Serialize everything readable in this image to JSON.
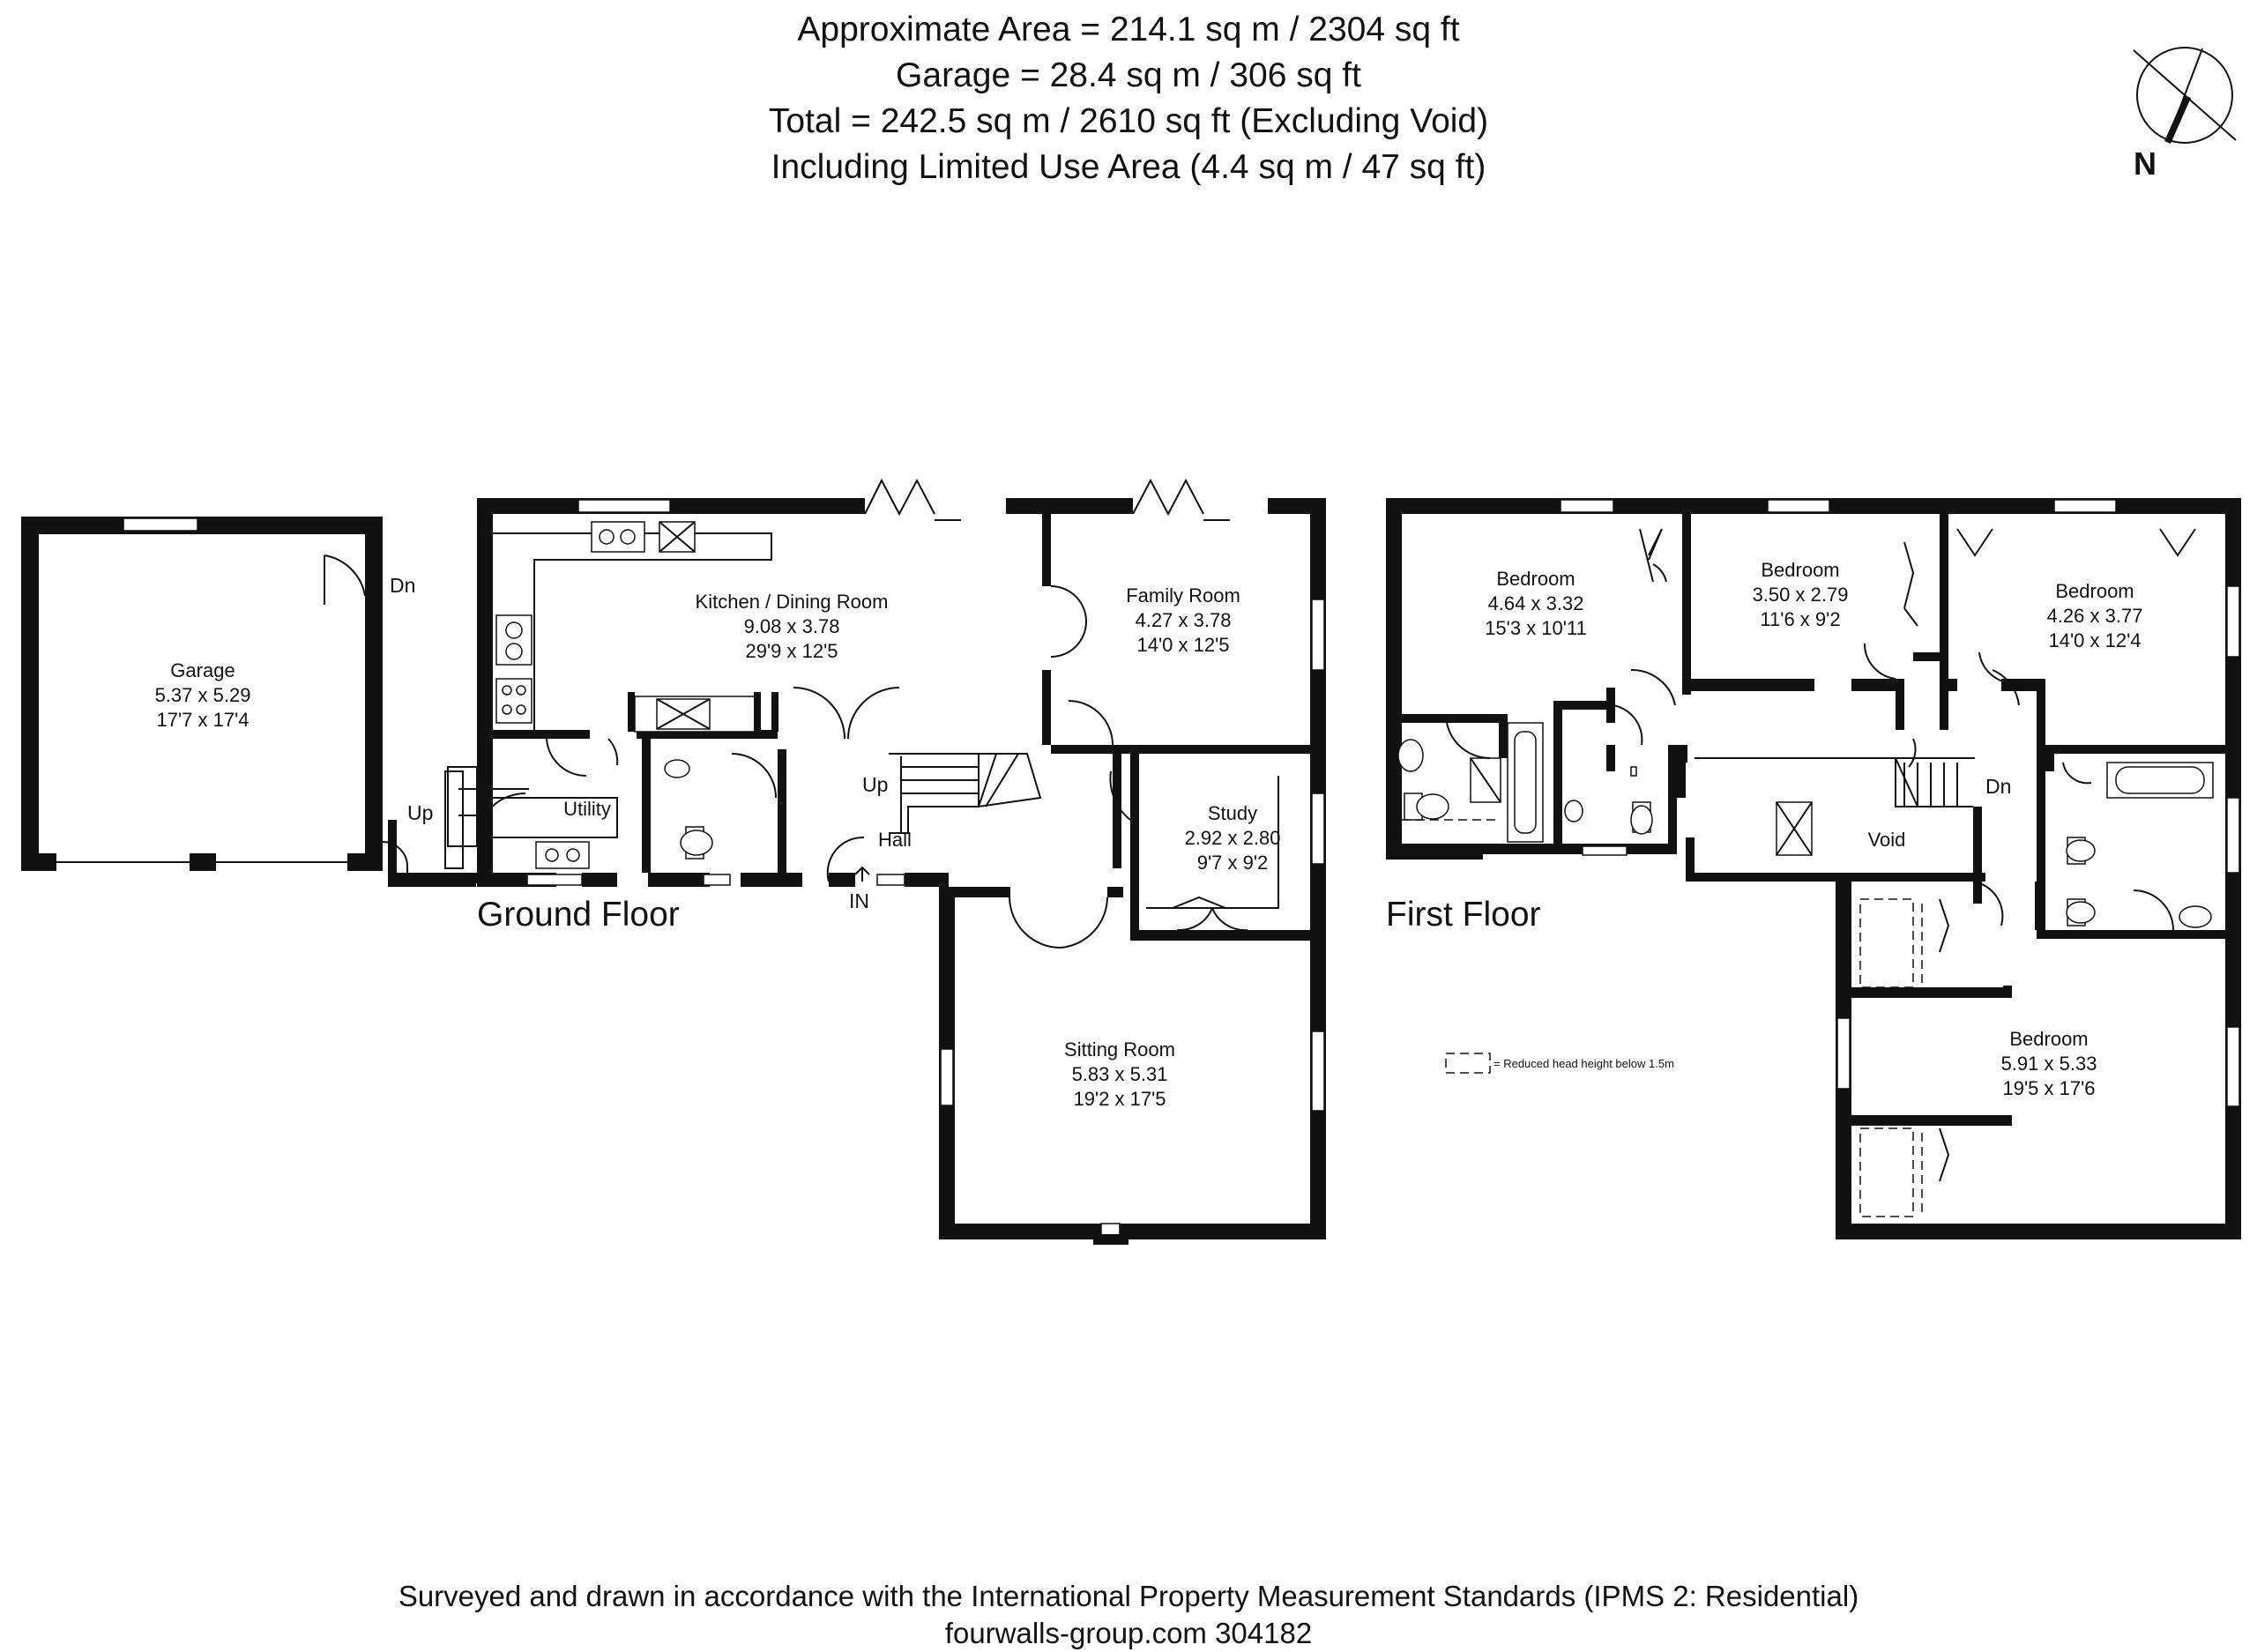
{
  "header": {
    "line1": "Approximate  Area = 214.1 sq m / 2304 sq ft",
    "line2": "Garage = 28.4 sq m / 306 sq ft",
    "line3": "Total = 242.5 sq m / 2610 sq ft (Excluding Void)",
    "line4": "Including Limited Use Area (4.4 sq m / 47 sq ft)"
  },
  "compass": {
    "label": "N",
    "icon": "north-arrow-icon"
  },
  "ground_floor": {
    "title": "Ground Floor",
    "rooms": {
      "garage": {
        "name": "Garage",
        "metric": "5.37 x 5.29",
        "imperial": "17'7 x 17'4"
      },
      "kitchen": {
        "name": "Kitchen / Dining Room",
        "metric": "9.08 x 3.78",
        "imperial": "29'9 x 12'5"
      },
      "family": {
        "name": "Family Room",
        "metric": "4.27 x 3.78",
        "imperial": "14'0 x 12'5"
      },
      "utility": {
        "name": "Utility"
      },
      "hall": {
        "name": "Hall"
      },
      "study": {
        "name": "Study",
        "metric": "2.92 x 2.80",
        "imperial": "9'7 x 9'2"
      },
      "sitting": {
        "name": "Sitting Room",
        "metric": "5.83 x 5.31",
        "imperial": "19'2 x 17'5"
      }
    },
    "labels": {
      "garage_dn": "Dn",
      "outside_up": "Up",
      "stairs_up": "Up",
      "entrance": "IN"
    }
  },
  "first_floor": {
    "title": "First Floor",
    "rooms": {
      "bed1": {
        "name": "Bedroom",
        "metric": "4.64 x 3.32",
        "imperial": "15'3 x 10'11"
      },
      "bed2": {
        "name": "Bedroom",
        "metric": "3.50 x 2.79",
        "imperial": "11'6 x 9'2"
      },
      "bed3": {
        "name": "Bedroom",
        "metric": "4.26 x 3.77",
        "imperial": "14'0 x 12'4"
      },
      "void": {
        "name": "Void"
      },
      "bed4": {
        "name": "Bedroom",
        "metric": "5.91 x 5.33",
        "imperial": "19'5 x 17'6"
      }
    },
    "labels": {
      "stairs_dn": "Dn"
    }
  },
  "legend": {
    "text": "= Reduced head height below 1.5m"
  },
  "footer": {
    "line1": "Surveyed and drawn in accordance with the International Property Measurement Standards (IPMS 2: Residential)",
    "line2": "fourwalls-group.com 304182"
  }
}
